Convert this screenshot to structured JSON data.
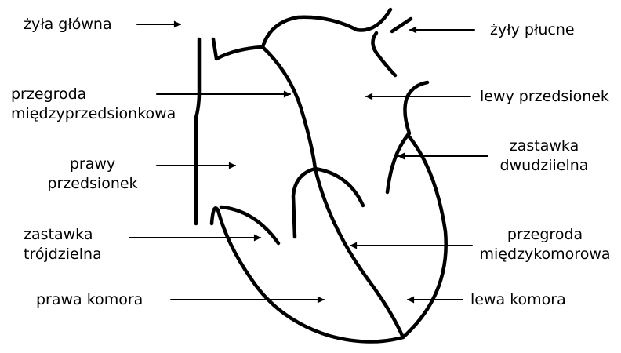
{
  "colors": {
    "ink": "#000000",
    "background": "#ffffff"
  },
  "labels": {
    "zyla_glowna": "żyła główna",
    "zyly_plucne": "żyły płucne",
    "przegroda_miedzyprzedsionkowa": [
      "przegroda",
      "międzyprzedsionkowa"
    ],
    "lewy_przedsionek": "lewy przedsionek",
    "prawy_przedsionek": [
      "prawy",
      "przedsionek"
    ],
    "zastawka_dwudzielna": [
      "zastawka",
      "dwudziielna"
    ],
    "zastawka_trojdzielna": [
      "zastawka",
      "trójdzielna"
    ],
    "przegroda_miedzykomorowa": [
      "przegroda",
      "międzykomorowa"
    ],
    "prawa_komora": "prawa komora",
    "lewa_komora": "lewa komora"
  }
}
